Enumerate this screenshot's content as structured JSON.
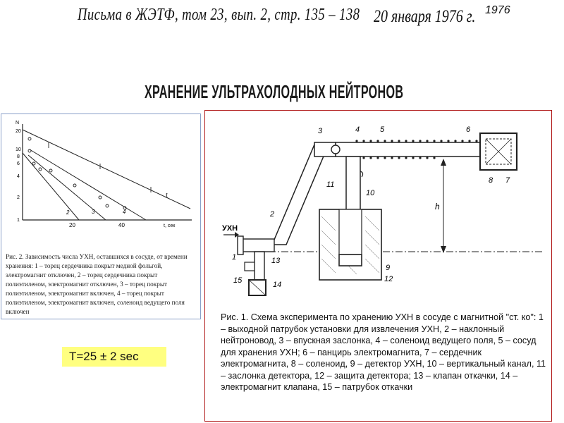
{
  "header": {
    "journal": "Письма в ЖЭТФ, том 23, вып. 2, стр. 135 – 138",
    "date": "20 января 1976 г.",
    "year": "1976"
  },
  "title": "ХРАНЕНИЕ УЛЬТРАХОЛОДНЫХ НЕЙТРОНОВ",
  "figure2": {
    "caption": "Рис. 2. Зависимость числа УХН, оставшихся в сосуде, от времени хранения: 1 – торец сердечника покрыт медной фольгой, электромагнит отключен, 2 – торец сердечника покрыт полиэтиленом, электромагнит отключен, 3 – торец покрыт полиэтиленом, электромагнит включен, 4 – торец покрыт полиэтиленом, электромагнит включен, соленоид ведущего поля включен",
    "ylabel": "N",
    "xlabel": "t, сек",
    "yticks": [
      "20",
      "10",
      "8",
      "6",
      "4",
      "2",
      "1"
    ],
    "xticks": [
      "20",
      "40"
    ],
    "curve_labels": [
      "1",
      "2",
      "3",
      "4"
    ]
  },
  "figure1": {
    "caption": "Рис. 1. Схема эксперимента по хранению УХН в сосуде с магнитной \"ст.  ко\": 1 – выходной патрубок установки для извлечения УХН, 2 – наклонный нейтроновод, 3 – впускная заслонка, 4 – соленоид ведущего поля, 5 – сосуд для хранения УХН; 6 – панцирь электромагнита, 7 – сердечник электромагнита, 8 – соленоид, 9 – детектор УХН, 10 – вертикальный канал, 11 – заслонка детектора, 12 – защита детектора; 13 – клапан откачки, 14 – электромагнит клапана, 15 – патрубок откачки",
    "input_label": "УХН",
    "height_label": "h",
    "part_labels": [
      "1",
      "2",
      "3",
      "4",
      "5",
      "6",
      "7",
      "8",
      "9",
      "10",
      "11",
      "12",
      "13",
      "14",
      "15"
    ]
  },
  "result_box": {
    "text": "T=25 ± 2 sec",
    "color": "#ffff80"
  }
}
